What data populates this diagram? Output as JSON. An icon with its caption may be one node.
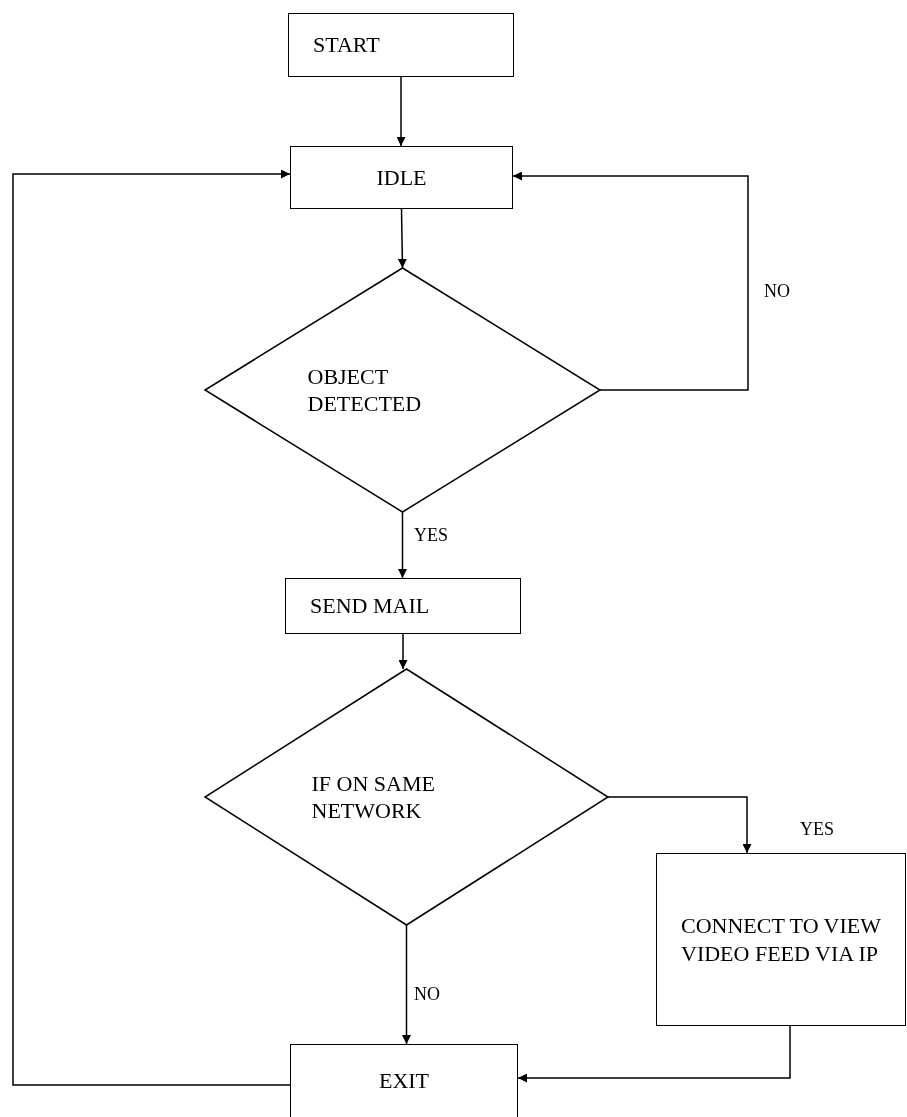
{
  "diagram": {
    "nodes": [
      {
        "text": [
          "START"
        ]
      },
      {
        "text": [
          "IDLE"
        ]
      },
      {
        "text": [
          "OBJECT DETECTED"
        ]
      },
      {
        "text": [
          "SEND MAIL"
        ]
      },
      {
        "text": [
          "IF ON SAME NETWORK"
        ]
      },
      {
        "text": [
          "CONNECT TO VIEW VIDEO FEED VIA IP"
        ]
      },
      {
        "text": [
          "EXIT"
        ]
      }
    ],
    "edges": [
      {
        "from": 0,
        "to": 1,
        "arrow": "to"
      },
      {
        "from": 1,
        "to": 2,
        "arrow": "to"
      },
      {
        "from": 2,
        "to": 1,
        "arrow": "to",
        "label": "NO"
      },
      {
        "from": 2,
        "to": 3,
        "arrow": "to",
        "label": "YES"
      },
      {
        "from": 3,
        "to": 4,
        "arrow": "to"
      },
      {
        "from": 4,
        "to": 5,
        "arrow": "to",
        "label": "YES"
      },
      {
        "from": 4,
        "to": 6,
        "arrow": "to",
        "label": "NO"
      },
      {
        "from": 5,
        "to": 6,
        "arrow": "to"
      },
      {
        "from": 6,
        "to": 1,
        "arrow": "to"
      }
    ]
  }
}
